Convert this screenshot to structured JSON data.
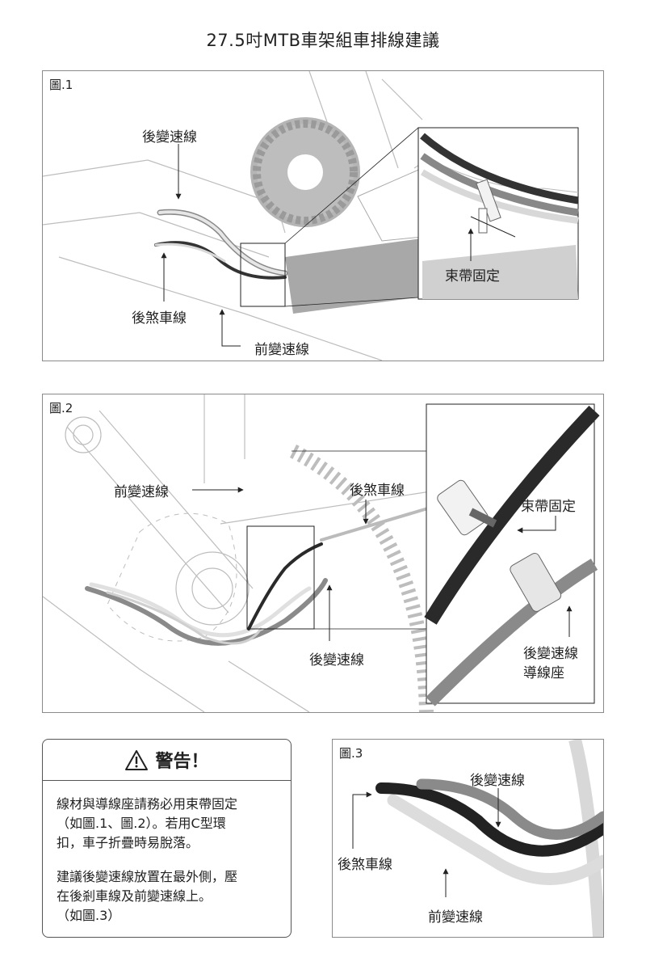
{
  "title": "27.5吋MTB車架組車排線建議",
  "fig1": {
    "label": "圖.1",
    "rear_derailleur": "後變速線",
    "rear_brake": "後煞車線",
    "front_derailleur": "前變速線",
    "cable_tie": "束帶固定"
  },
  "fig2": {
    "label": "圖.2",
    "front_derailleur": "前變速線",
    "rear_brake": "後煞車線",
    "rear_derailleur": "後變速線",
    "cable_tie": "束帶固定",
    "guide_seat_line1": "後變速線",
    "guide_seat_line2": "導線座"
  },
  "fig3": {
    "label": "圖.3",
    "rear_derailleur": "後變速線",
    "rear_brake": "後煞車線",
    "front_derailleur": "前變速線"
  },
  "warning": {
    "icon": "warning-triangle-icon",
    "title": "警告！",
    "para1_line1": "線材與導線座請務必用束帶固定",
    "para1_line2": "（如圖.1、圖.2）。若用C型環",
    "para1_line3": "扣，車子折疊時易脫落。",
    "para2_line1": "建議後變速線放置在最外側，壓",
    "para2_line2": "在後剎車線及前變速線上。",
    "para2_line3": "（如圖.3）"
  },
  "colors": {
    "rear_derailleur_cable": "#e0e0e0",
    "rear_brake_cable": "#2a2a2a",
    "front_derailleur_cable": "#8a8a8a",
    "gear": "#b5b5b5",
    "frame_line": "#b0b0b0"
  }
}
